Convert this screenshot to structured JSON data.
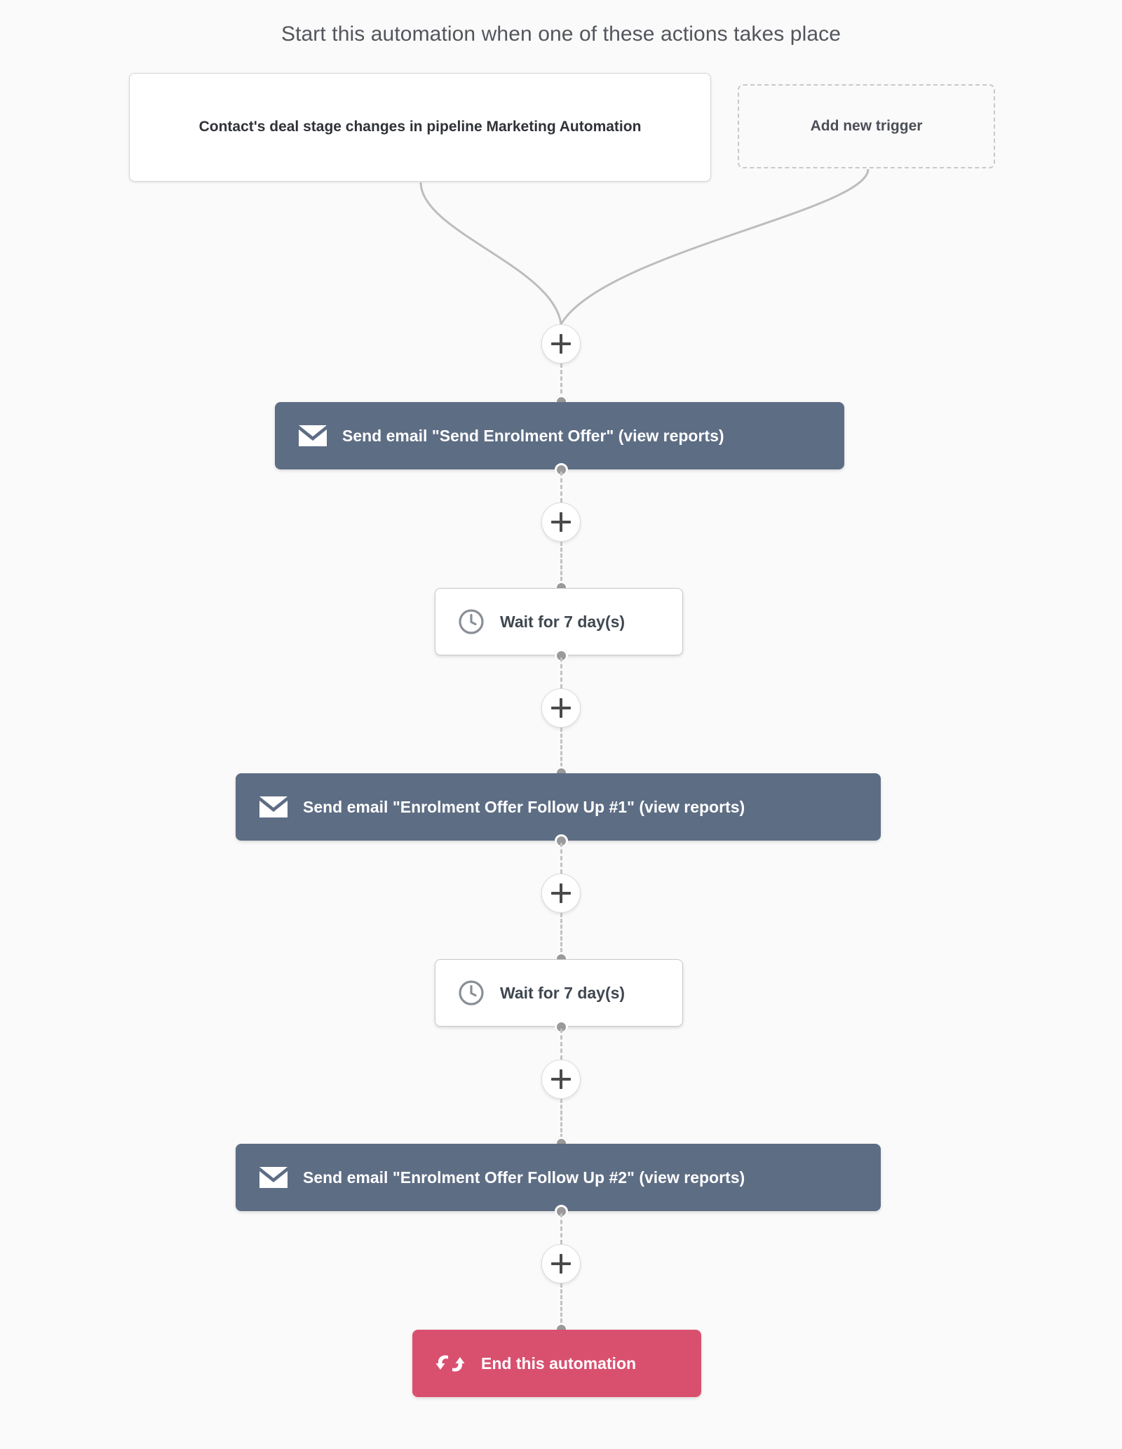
{
  "header": {
    "title": "Start this automation when one of these actions takes place"
  },
  "triggers": [
    {
      "id": "trigger-primary",
      "label": "Contact's deal stage changes in pipeline Marketing Automation",
      "style": "solid"
    },
    {
      "id": "trigger-add",
      "label": "Add new trigger",
      "style": "dashed"
    }
  ],
  "add_step_buttons": [
    {
      "id": "add-step-1",
      "icon": "plus-icon",
      "label": "+"
    },
    {
      "id": "add-step-2",
      "icon": "plus-icon",
      "label": "+"
    },
    {
      "id": "add-step-3",
      "icon": "plus-icon",
      "label": "+"
    },
    {
      "id": "add-step-4",
      "icon": "plus-icon",
      "label": "+"
    },
    {
      "id": "add-step-5",
      "icon": "plus-icon",
      "label": "+"
    },
    {
      "id": "add-step-6",
      "icon": "plus-icon",
      "label": "+"
    }
  ],
  "steps": [
    {
      "id": "node-email-1",
      "type": "email",
      "icon": "envelope-icon",
      "label": "Send email \"Send Enrolment Offer\" (view reports)"
    },
    {
      "id": "node-wait-1",
      "type": "wait",
      "icon": "clock-icon",
      "label": "Wait for 7 day(s)"
    },
    {
      "id": "node-email-2",
      "type": "email",
      "icon": "envelope-icon",
      "label": "Send email \"Enrolment Offer Follow Up #1\" (view reports)"
    },
    {
      "id": "node-wait-2",
      "type": "wait",
      "icon": "clock-icon",
      "label": "Wait for 7 day(s)"
    },
    {
      "id": "node-email-3",
      "type": "email",
      "icon": "envelope-icon",
      "label": "Send email \"Enrolment Offer Follow Up #2\" (view reports)"
    },
    {
      "id": "node-end",
      "type": "end",
      "icon": "end-automation-icon",
      "label": "End this automation"
    }
  ],
  "colors": {
    "canvas_background": "#fafafa",
    "email_node": "#5d6d84",
    "end_node": "#d9506f",
    "wait_node_border": "#c9c9c9",
    "connector_line": "#bdbdbd",
    "port_dot": "#9a9a9a",
    "header_text": "#53565c"
  }
}
